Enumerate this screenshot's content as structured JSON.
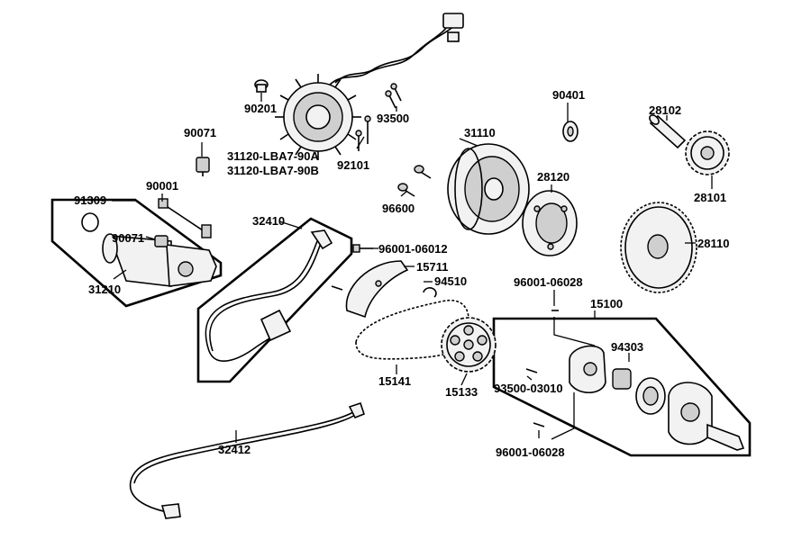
{
  "labels": {
    "p90201": "90201",
    "p93500": "93500",
    "p90071a": "90071",
    "p31120a": "31120-LBA7-90A",
    "p31120b": "31120-LBA7-90B",
    "p92101": "92101",
    "p90401": "90401",
    "p28102": "28102",
    "p31110": "31110",
    "p90001": "90001",
    "p91309": "91309",
    "p90071b": "90071",
    "p31210": "31210",
    "p28120": "28120",
    "p28101": "28101",
    "p96600": "96600",
    "p32410": "32410",
    "p96001_06012": "96001-06012",
    "p15711": "15711",
    "p28110": "28110",
    "p94510": "94510",
    "p96001_06028a": "96001-06028",
    "p15100": "15100",
    "p94303": "94303",
    "p93500_03010": "93500-03010",
    "p15141": "15141",
    "p15133": "15133",
    "p32412": "32412",
    "p96001_06028b": "96001-06028"
  }
}
